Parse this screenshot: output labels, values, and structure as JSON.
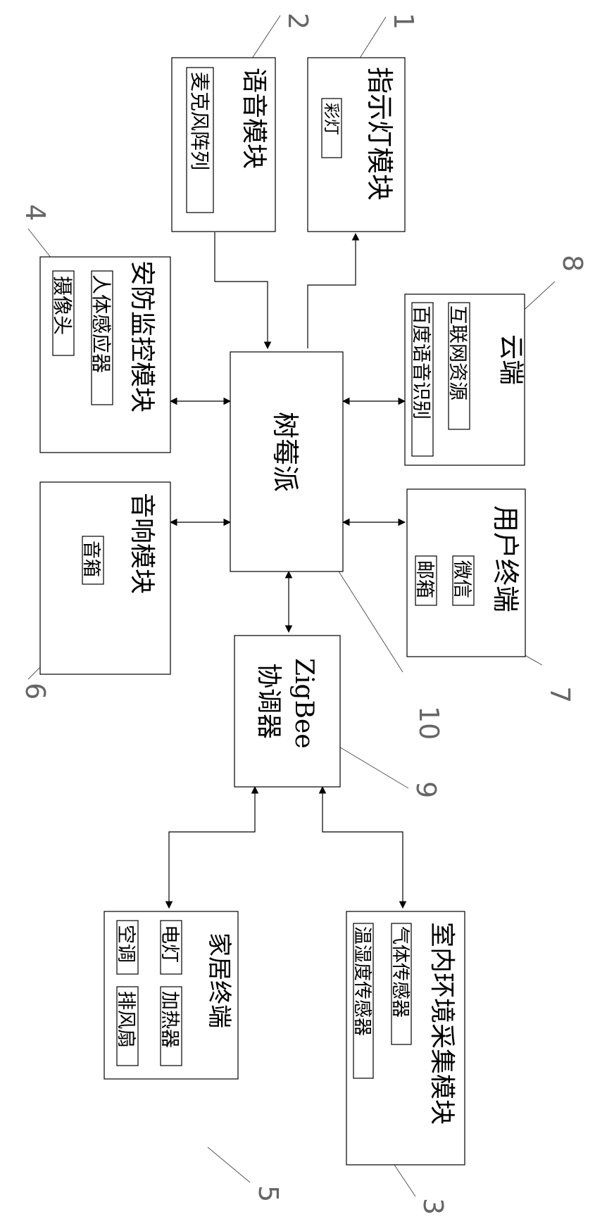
{
  "modules": {
    "indicator": {
      "number": "1",
      "title": "指示灯模块",
      "items": [
        "彩灯"
      ]
    },
    "voice": {
      "number": "2",
      "title": "语音模块",
      "items": [
        "麦克风阵列"
      ]
    },
    "environment": {
      "number": "3",
      "title": "室内环境采集模块",
      "items": [
        "气体传感器",
        "温湿度传感器"
      ]
    },
    "security": {
      "number": "4",
      "title": "安防监控模块",
      "items": [
        "人体感应器",
        "摄像头"
      ]
    },
    "home": {
      "number": "5",
      "title": "家居终端",
      "items": [
        "电灯",
        "加热器",
        "空调",
        "排风扇"
      ]
    },
    "audio": {
      "number": "6",
      "title": "音响模块",
      "items": [
        "音箱"
      ]
    },
    "user": {
      "number": "7",
      "title": "用户终端",
      "items": [
        "微信",
        "邮箱"
      ]
    },
    "cloud": {
      "number": "8",
      "title": "云端",
      "items": [
        "互联网资源",
        "百度语音识别"
      ]
    },
    "coordinator": {
      "number": "9",
      "title_line1": "ZigBee",
      "title_line2": "协调器"
    },
    "raspberry": {
      "number": "10",
      "title": "树莓派"
    }
  }
}
